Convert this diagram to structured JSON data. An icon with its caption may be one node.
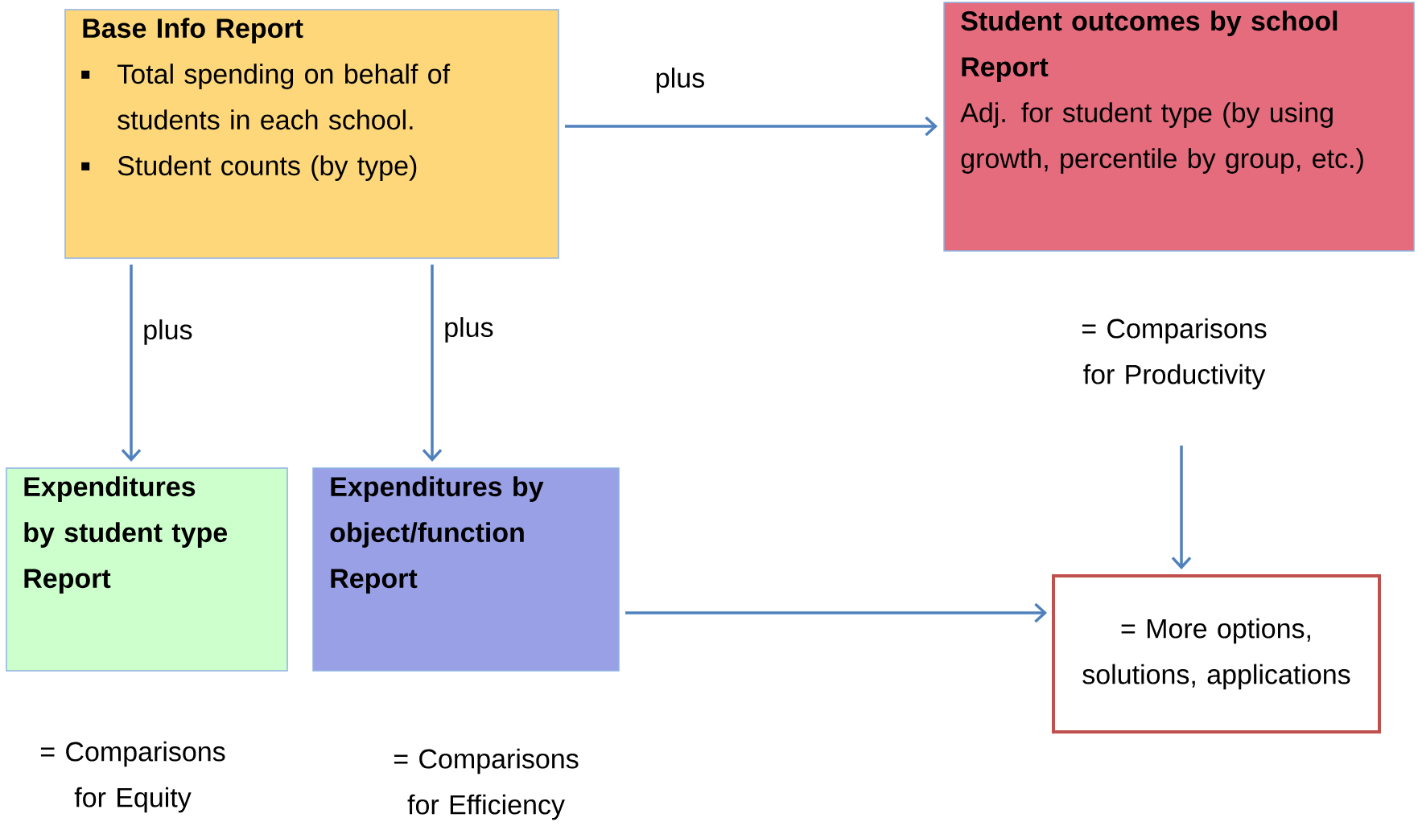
{
  "diagram": {
    "nodes": [
      {
        "text": [
          "Base Info Report",
          "Total spending on behalf of students in each school.",
          "Student counts (by type)"
        ]
      },
      {
        "text": [
          "Student outcomes by school Report",
          "Adj. for student type (by using growth, percentile by group, etc.)"
        ],
        "beside": [
          "= Comparisons for Productivity"
        ]
      },
      {
        "text": [
          "Expenditures by student type Report"
        ],
        "beside": [
          "= Comparisons for Equity"
        ]
      },
      {
        "text": [
          "Expenditures by object/function Report"
        ],
        "beside": [
          "= Comparisons for Efficiency"
        ]
      },
      {
        "text": [
          "= More options, solutions, applications"
        ]
      }
    ],
    "edges": [
      {
        "from": 0,
        "to": 1,
        "arrow": "to",
        "label": "plus"
      },
      {
        "from": 0,
        "to": 2,
        "arrow": "to",
        "label": "plus"
      },
      {
        "from": 0,
        "to": 3,
        "arrow": "to",
        "label": "plus"
      },
      {
        "from": 1,
        "to": 4,
        "arrow": "to"
      },
      {
        "from": 3,
        "to": 4,
        "arrow": "to"
      }
    ]
  }
}
